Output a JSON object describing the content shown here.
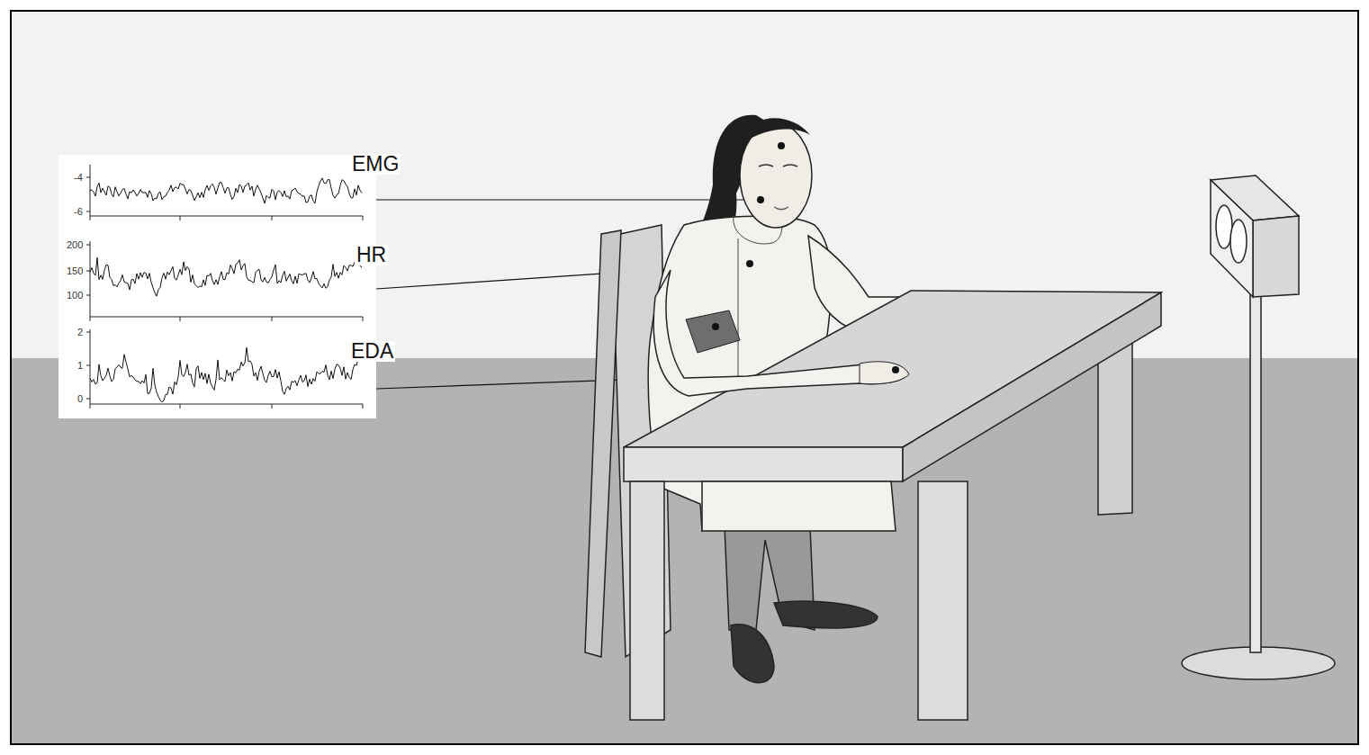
{
  "diagram": {
    "labels": [
      "-4",
      "-6",
      "EMG",
      "200",
      "150",
      "100",
      "HR",
      "2",
      "1",
      "0",
      "EDA"
    ]
  }
}
